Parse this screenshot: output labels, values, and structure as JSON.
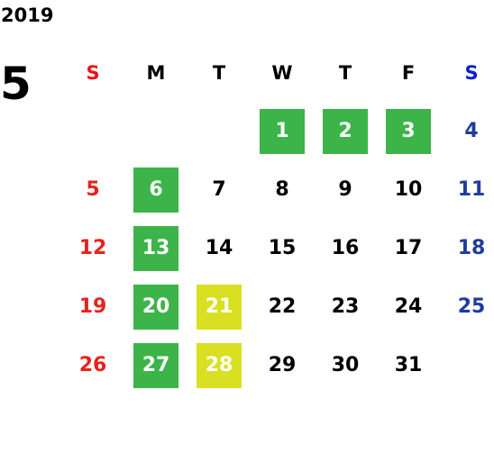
{
  "year": "2019",
  "month": "5",
  "weekday_headers": [
    "S",
    "M",
    "T",
    "W",
    "T",
    "F",
    "S"
  ],
  "weeks": [
    [
      "",
      "",
      "",
      "1",
      "2",
      "3",
      "4"
    ],
    [
      "5",
      "6",
      "7",
      "8",
      "9",
      "10",
      "11"
    ],
    [
      "12",
      "13",
      "14",
      "15",
      "16",
      "17",
      "18"
    ],
    [
      "19",
      "20",
      "21",
      "22",
      "23",
      "24",
      "25"
    ],
    [
      "26",
      "27",
      "28",
      "29",
      "30",
      "31",
      ""
    ]
  ],
  "colors": {
    "green_highlight": "#3cb44a",
    "yellow_highlight": "#d9e021",
    "sunday": "#e8221b",
    "saturday": "#1f3c9a",
    "weekday": "#000000"
  },
  "highlights": {
    "green": [
      "1",
      "2",
      "3",
      "6",
      "13",
      "20",
      "27"
    ],
    "yellow": [
      "21",
      "28"
    ]
  }
}
